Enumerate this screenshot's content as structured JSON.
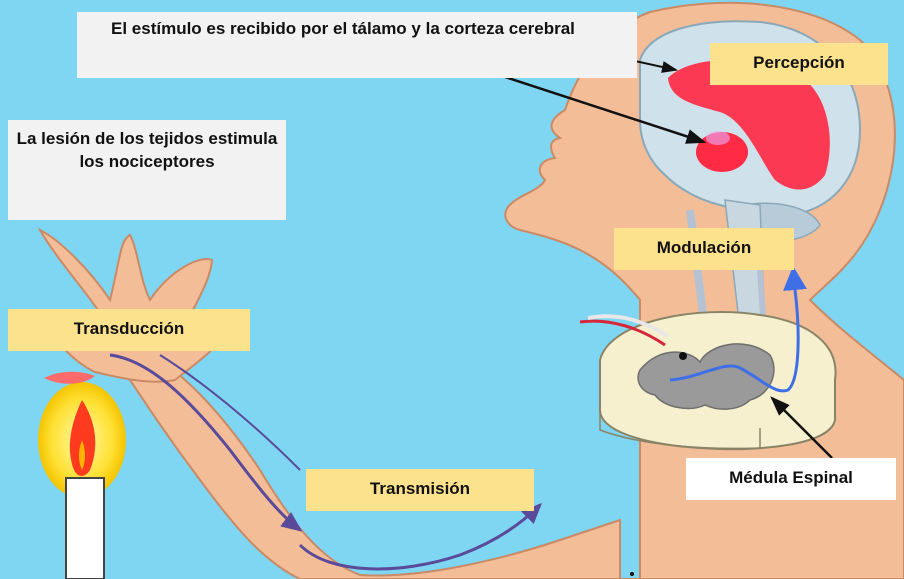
{
  "labels": {
    "stimulus": "El estímulo es recibido por el tálamo y la corteza cerebral",
    "injury": "La lesión de los tejidos estimula los nociceptores",
    "perception": "Percepción",
    "modulation": "Modulación",
    "transduction": "Transducción",
    "transmission": "Transmisión",
    "spinal_cord": "Médula Espinal"
  },
  "colors": {
    "background": "#7fd6f2",
    "label_yellow": "#fde28e",
    "label_white": "#f2f2f2",
    "skin": "#f3bd98",
    "brain_highlight": "#ff2a44",
    "pathway_arrow": "#5a4a9a",
    "ascending_arrow": "#3f6fe6",
    "flame": "#ff3b1f"
  }
}
